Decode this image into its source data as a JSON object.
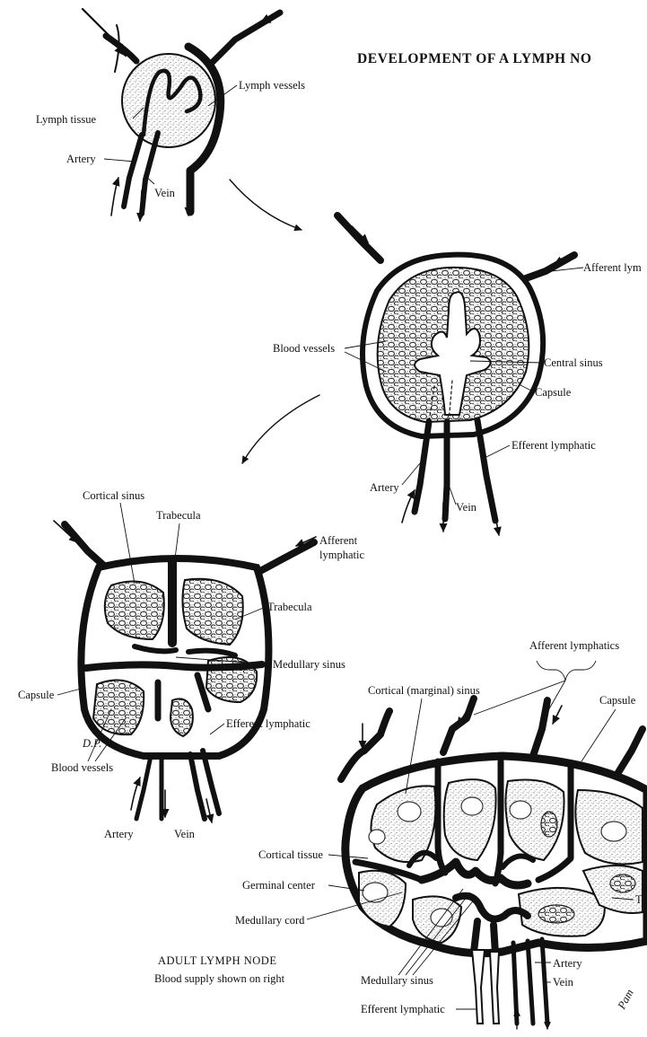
{
  "title": "DEVELOPMENT OF A LYMPH NO",
  "stage1": {
    "lymph_tissue": "Lymph tissue",
    "lymph_vessels": "Lymph vessels",
    "artery": "Artery",
    "vein": "Vein"
  },
  "stage2": {
    "afferent_lymphatic": "Afferent lym",
    "blood_vessels": "Blood vessels",
    "central_sinus": "Central sinus",
    "capsule": "Capsule",
    "efferent_lymphatic": "Efferent lymphatic",
    "artery": "Artery",
    "vein": "Vein"
  },
  "stage3": {
    "cortical_sinus": "Cortical sinus",
    "trabecula_top": "Trabecula",
    "afferent_lymphatic_line1": "Afferent",
    "afferent_lymphatic_line2": "lymphatic",
    "trabecula_right": "Trabecula",
    "medullary_sinus": "Medullary sinus",
    "capsule": "Capsule",
    "efferent_lymphatic": "Efferent lymphatic",
    "blood_vessels": "Blood vessels",
    "artery": "Artery",
    "vein": "Vein",
    "initials": "D.P."
  },
  "adult": {
    "afferent_lymphatics": "Afferent lymphatics",
    "cortical_marginal_sinus": "Cortical (marginal) sinus",
    "capsule": "Capsule",
    "cortical_tissue": "Cortical tissue",
    "germinal_center": "Germinal center",
    "medullary_cord": "Medullary cord",
    "medullary_sinus": "Medullary sinus",
    "efferent_lymphatic": "Efferent lymphatic",
    "artery": "Artery",
    "vein": "Vein",
    "trabecula_cut": "Tr",
    "caption_line1": "ADULT LYMPH NODE",
    "caption_line2": "Blood supply shown on right",
    "signature": "Pam"
  }
}
